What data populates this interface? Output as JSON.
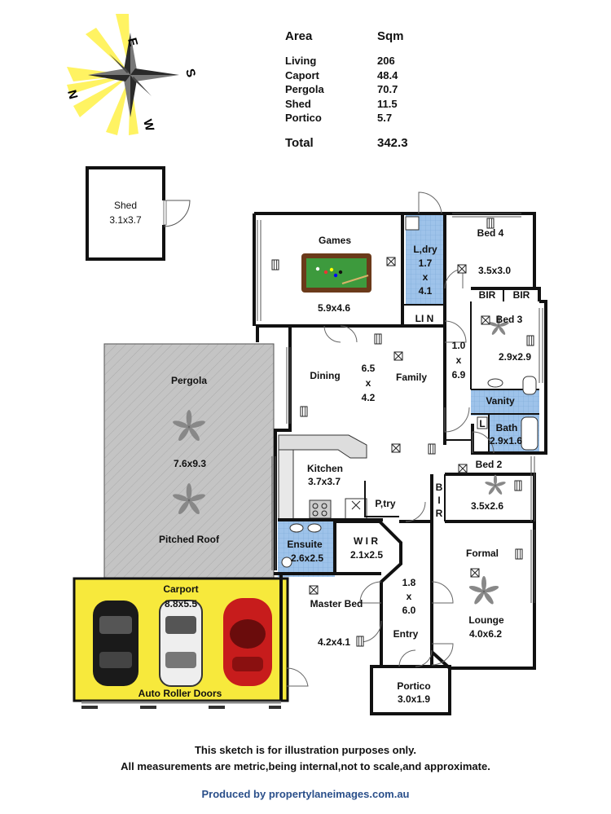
{
  "area_table": {
    "header_area": "Area",
    "header_sqm": "Sqm",
    "rows": [
      {
        "area": "Living",
        "sqm": "206"
      },
      {
        "area": "Caport",
        "sqm": "48.4"
      },
      {
        "area": "Pergola",
        "sqm": "70.7"
      },
      {
        "area": "Shed",
        "sqm": "11.5"
      },
      {
        "area": "Portico",
        "sqm": "5.7"
      }
    ],
    "total_label": "Total",
    "total_sqm": "342.3"
  },
  "compass": {
    "n": "N",
    "e": "E",
    "s": "S",
    "w": "W"
  },
  "rooms": {
    "shed": {
      "name": "Shed",
      "dim": "3.1x3.7"
    },
    "games": {
      "name": "Games",
      "dim": "5.9x4.6"
    },
    "laundry": {
      "name": "L,dry",
      "dim1": "1.7",
      "dim2": "x",
      "dim3": "4.1",
      "lin": "LI N"
    },
    "bed4": {
      "name": "Bed 4",
      "dim": "3.5x3.0"
    },
    "bir1": "BIR",
    "bir2": "BIR",
    "bed3": {
      "name": "Bed 3",
      "dim": "2.9x2.9"
    },
    "hall": {
      "dim1": "1.0",
      "dim2": "x",
      "dim3": "6.9"
    },
    "dining": {
      "name": "Dining"
    },
    "family": {
      "name": "Family",
      "dim1": "6.5",
      "dim2": "x",
      "dim3": "4.2"
    },
    "vanity": {
      "name": "Vanity"
    },
    "wc": "L",
    "bath": {
      "name": "Bath",
      "dim": "2.9x1.6"
    },
    "pergola": {
      "name": "Pergola",
      "dim": "7.6x9.3",
      "note": "Pitched Roof"
    },
    "kitchen": {
      "name": "Kitchen",
      "dim": "3.7x3.7"
    },
    "bed2": {
      "name": "Bed 2",
      "dim": "3.5x2.6"
    },
    "bir_side": {
      "b": "B",
      "i": "I",
      "r": "R"
    },
    "pantry": {
      "name": "P,try"
    },
    "ensuite": {
      "name": "Ensuite",
      "dim": "2.6x2.5"
    },
    "wir": {
      "name": "W I R",
      "dim": "2.1x2.5"
    },
    "formal": {
      "name": "Formal"
    },
    "lounge": {
      "name": "Lounge",
      "dim": "4.0x6.2"
    },
    "entry": {
      "name": "Entry",
      "dim1": "1.8",
      "dim2": "x",
      "dim3": "6.0"
    },
    "master": {
      "name": "Master Bed",
      "dim": "4.2x4.1"
    },
    "carport": {
      "name": "Carport",
      "dim": "8.8x5.5",
      "note": "Auto Roller Doors"
    },
    "portico": {
      "name": "Portico",
      "dim": "3.0x1.9"
    }
  },
  "footer": {
    "line1": "This sketch is for illustration purposes only.",
    "line2": "All measurements are metric,being internal,not to scale,and approximate.",
    "credit": "Produced by propertylaneimages.com.au"
  },
  "colors": {
    "wall": "#111111",
    "wet_tile": "#9ec3ea",
    "pergola_fill": "#c4c4c4",
    "carport_fill": "#f7e93c",
    "pool_table": "#3d9a3d",
    "credit_text": "#2a4f8a"
  }
}
